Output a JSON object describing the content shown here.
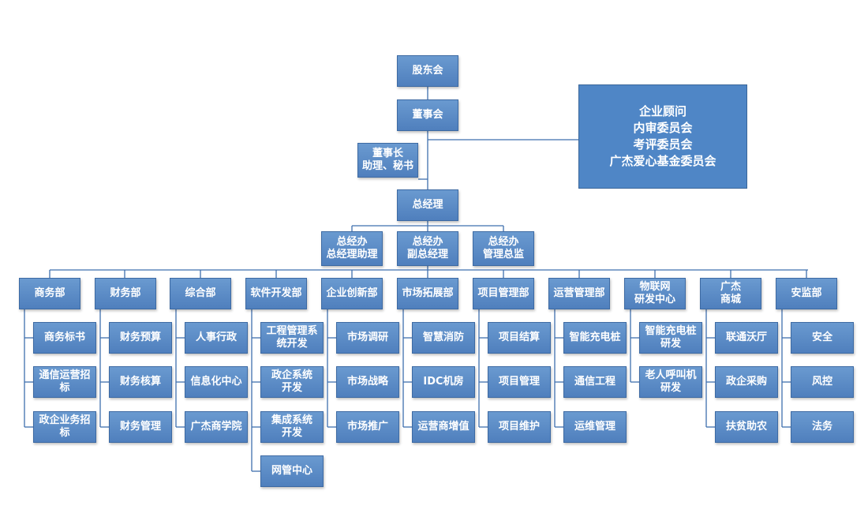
{
  "top": {
    "shareholders": "股东会",
    "board": "董事会",
    "chairman_assistant": "董事长\n助理、秘书",
    "committees": "企业顾问\n内审委员会\n考评委员会\n广杰爱心基金委员会",
    "general_manager": "总经理",
    "gm_office": [
      "总经办\n总经理助理",
      "总经办\n副总经理",
      "总经办\n管理总监"
    ]
  },
  "departments": [
    {
      "name": "商务部",
      "subs": [
        "商务标书",
        "通信运营招\n标",
        "政企业务招\n标"
      ]
    },
    {
      "name": "财务部",
      "subs": [
        "财务预算",
        "财务核算",
        "财务管理"
      ]
    },
    {
      "name": "综合部",
      "subs": [
        "人事行政",
        "信息化中心",
        "广杰商学院"
      ]
    },
    {
      "name": "软件开发部",
      "subs": [
        "工程管理系\n统开发",
        "政企系统\n开发",
        "集成系统\n开发",
        "网管中心"
      ]
    },
    {
      "name": "企业创新部",
      "subs": [
        "市场调研",
        "市场战略",
        "市场推广"
      ]
    },
    {
      "name": "市场拓展部",
      "subs": [
        "智慧消防",
        "IDC机房",
        "运营商增值"
      ]
    },
    {
      "name": "项目管理部",
      "subs": [
        "项目结算",
        "项目管理",
        "项目维护"
      ]
    },
    {
      "name": "运营管理部",
      "subs": [
        "智能充电桩",
        "通信工程",
        "运维管理"
      ]
    },
    {
      "name": "物联网\n研发中心",
      "subs": [
        "智能充电桩\n研发",
        "老人呼叫机\n研发"
      ]
    },
    {
      "name": "广杰\n商城",
      "subs": [
        "联通沃厅",
        "政企采购",
        "扶贫助农"
      ]
    },
    {
      "name": "安监部",
      "subs": [
        "安全",
        "风控",
        "法务"
      ]
    }
  ],
  "colors": {
    "box_fill": "#5b8dc9",
    "box_border": "#3d6aa3",
    "line": "#3f6fae",
    "text": "#ffffff"
  }
}
